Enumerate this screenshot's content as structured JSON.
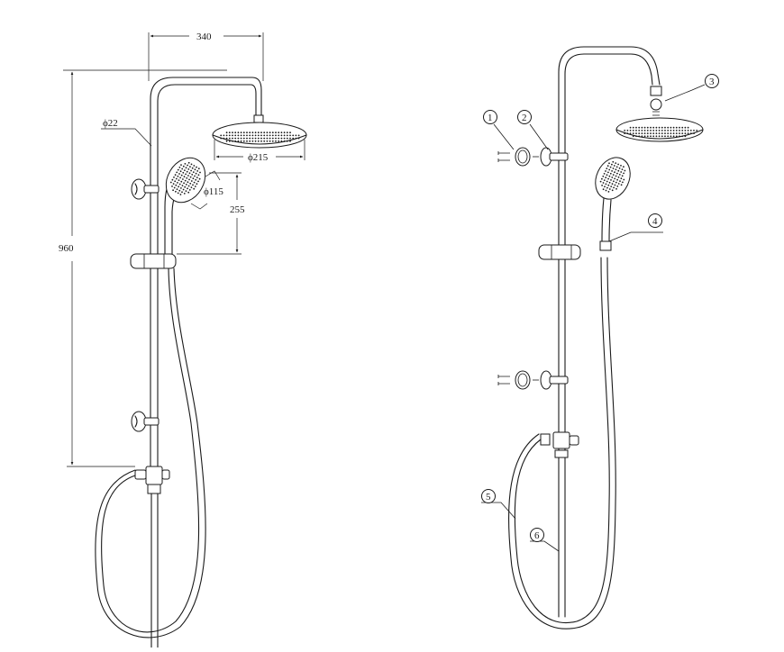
{
  "dimensions": {
    "width_top": "340",
    "pipe_diameter": "ϕ22",
    "head_diameter": "ϕ215",
    "handshower_diameter": "ϕ115",
    "handshower_offset": "255",
    "total_height": "960"
  },
  "parts": [
    {
      "id": "part-1",
      "label": "1"
    },
    {
      "id": "part-2",
      "label": "2"
    },
    {
      "id": "part-3",
      "label": "3"
    },
    {
      "id": "part-4",
      "label": "4"
    },
    {
      "id": "part-5",
      "label": "5"
    },
    {
      "id": "part-6",
      "label": "6"
    }
  ]
}
